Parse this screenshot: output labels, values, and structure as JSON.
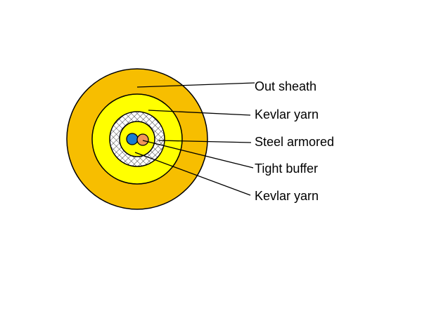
{
  "labels": {
    "out_sheath": "Out sheath",
    "kevlar_yarn_outer": "Kevlar yarn",
    "steel_armored": "Steel armored",
    "tight_buffer": "Tight buffer",
    "kevlar_yarn_inner": "Kevlar yarn"
  },
  "colors": {
    "out_sheath": "#F7BE00",
    "kevlar_yarn": "#FFFF00",
    "steel_armored": "#FFFFFF",
    "fiber_blue": "#1A7BD0",
    "fiber_orange": "#F0955A"
  }
}
